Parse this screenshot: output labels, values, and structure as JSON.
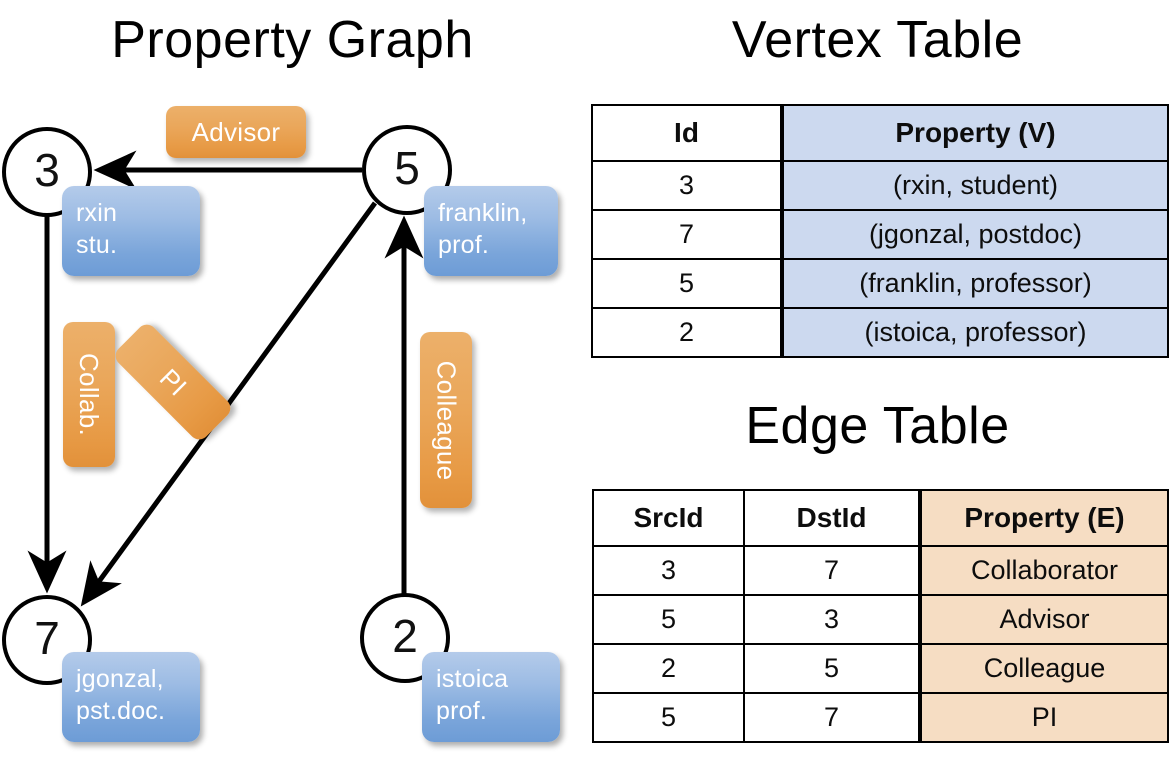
{
  "titles": {
    "property_graph": "Property Graph",
    "vertex_table": "Vertex Table",
    "edge_table": "Edge Table"
  },
  "graph": {
    "nodes": [
      {
        "id": "3",
        "label": "3",
        "property_lines": [
          "rxin",
          "stu."
        ]
      },
      {
        "id": "5",
        "label": "5",
        "property_lines": [
          "franklin,",
          "prof."
        ]
      },
      {
        "id": "7",
        "label": "7",
        "property_lines": [
          "jgonzal,",
          "pst.doc."
        ]
      },
      {
        "id": "2",
        "label": "2",
        "property_lines": [
          "istoica",
          "prof."
        ]
      }
    ],
    "node_properties": {
      "n3_line1": "rxin",
      "n3_line2": "stu.",
      "n5_line1": "franklin,",
      "n5_line2": "prof.",
      "n7_line1": "jgonzal,",
      "n7_line2": "pst.doc.",
      "n2_line1": "istoica",
      "n2_line2": "prof."
    },
    "edge_labels": {
      "advisor": "Advisor",
      "collab": "Collab.",
      "pi": "PI",
      "colleague": "Colleague"
    },
    "edges": [
      {
        "src": "5",
        "dst": "3",
        "label": "Advisor"
      },
      {
        "src": "3",
        "dst": "7",
        "label": "Collab."
      },
      {
        "src": "5",
        "dst": "7",
        "label": "PI"
      },
      {
        "src": "2",
        "dst": "5",
        "label": "Colleague"
      }
    ]
  },
  "vertex_table": {
    "headers": [
      "Id",
      "Property (V)"
    ],
    "rows": [
      {
        "id": "3",
        "property": "(rxin, student)"
      },
      {
        "id": "7",
        "property": "(jgonzal, postdoc)"
      },
      {
        "id": "5",
        "property": "(franklin, professor)"
      },
      {
        "id": "2",
        "property": "(istoica, professor)"
      }
    ]
  },
  "edge_table": {
    "headers": [
      "SrcId",
      "DstId",
      "Property (E)"
    ],
    "rows": [
      {
        "src": "3",
        "dst": "7",
        "property": "Collaborator"
      },
      {
        "src": "5",
        "dst": "3",
        "property": "Advisor"
      },
      {
        "src": "2",
        "dst": "5",
        "property": "Colleague"
      },
      {
        "src": "5",
        "dst": "7",
        "property": "PI"
      }
    ]
  },
  "colors": {
    "vertex_property_fill": "#ccd9ef",
    "edge_property_fill": "#f6ddc3",
    "node_box_blue": "#7aa5da",
    "edge_label_orange": "#e79a45",
    "stroke": "#000000",
    "background": "#ffffff"
  }
}
